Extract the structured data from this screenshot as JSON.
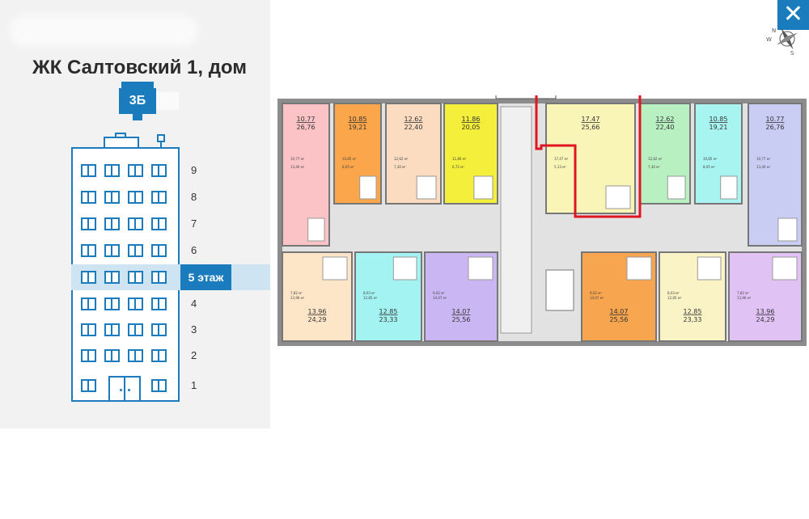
{
  "title": "ЖК Салтовский 1, дом",
  "building_badge": "3Б",
  "floors": [
    {
      "num": "9"
    },
    {
      "num": "8"
    },
    {
      "num": "7"
    },
    {
      "num": "6"
    },
    {
      "num": "5",
      "label": "5 этаж"
    },
    {
      "num": "4"
    },
    {
      "num": "3"
    },
    {
      "num": "2"
    },
    {
      "num": "1"
    }
  ],
  "active_floor": "5",
  "compass": {
    "north": "N",
    "south": "S",
    "west": "W"
  },
  "colors": {
    "accent": "#1a7bbd",
    "highlight": "#cfe4f3",
    "selection": "#e0151f"
  },
  "apartments": [
    {
      "id": "a1",
      "big": "10.77",
      "total": "26,76",
      "fill": "#fbc3c6",
      "small1": "10,77 м²",
      "small2": "13,40 м²"
    },
    {
      "id": "a2",
      "big": "10.85",
      "total": "19,21",
      "fill": "#fba64a",
      "small1": "10,85 м²",
      "small2": "8,05 м²"
    },
    {
      "id": "a3",
      "big": "12.62",
      "total": "22,40",
      "fill": "#fcdcc1",
      "small1": "12,62 м²",
      "small2": "7,30 м²"
    },
    {
      "id": "a4",
      "big": "11.86",
      "total": "20,05",
      "fill": "#f4ef3b",
      "small1": "11,86 м²",
      "small2": "6,72 м²"
    },
    {
      "id": "a5",
      "big": "17.47",
      "total": "25,66",
      "fill": "#f9f5b7",
      "small1": "17,47 м²",
      "small2": "5,13 м²"
    },
    {
      "id": "a6",
      "big": "12.62",
      "total": "22,40",
      "fill": "#b9f0c2",
      "small1": "12,62 м²",
      "small2": "7,30 м²"
    },
    {
      "id": "a7",
      "big": "10.85",
      "total": "19,21",
      "fill": "#a7f4f0",
      "small1": "10,85 м²",
      "small2": "8,05 м²"
    },
    {
      "id": "a8",
      "big": "10.77",
      "total": "26,76",
      "fill": "#c9cdf4",
      "small1": "10,77 м²",
      "small2": "13,40 м²"
    },
    {
      "id": "a9",
      "big": "13.96",
      "total": "24,29",
      "fill": "#fde5c8",
      "small1": "7,82 м²",
      "small2": "13,96 м²"
    },
    {
      "id": "a10",
      "big": "12.85",
      "total": "23,33",
      "fill": "#a3f3f2",
      "small1": "8,03 м²",
      "small2": "12,85 м²"
    },
    {
      "id": "a11",
      "big": "14.07",
      "total": "25,56",
      "fill": "#cbb6f4",
      "small1": "9,02 м²",
      "small2": "14,07 м²"
    },
    {
      "id": "a12",
      "big": "14.07",
      "total": "25,56",
      "fill": "#f7a54e",
      "small1": "9,02 м²",
      "small2": "14,07 м²"
    },
    {
      "id": "a13",
      "big": "12.85",
      "total": "23,33",
      "fill": "#faf3c6",
      "small1": "8,03 м²",
      "small2": "12,85 м²"
    },
    {
      "id": "a14",
      "big": "13.96",
      "total": "24,29",
      "fill": "#e0c2f4",
      "small1": "7,82 м²",
      "small2": "13,96 м²"
    }
  ]
}
